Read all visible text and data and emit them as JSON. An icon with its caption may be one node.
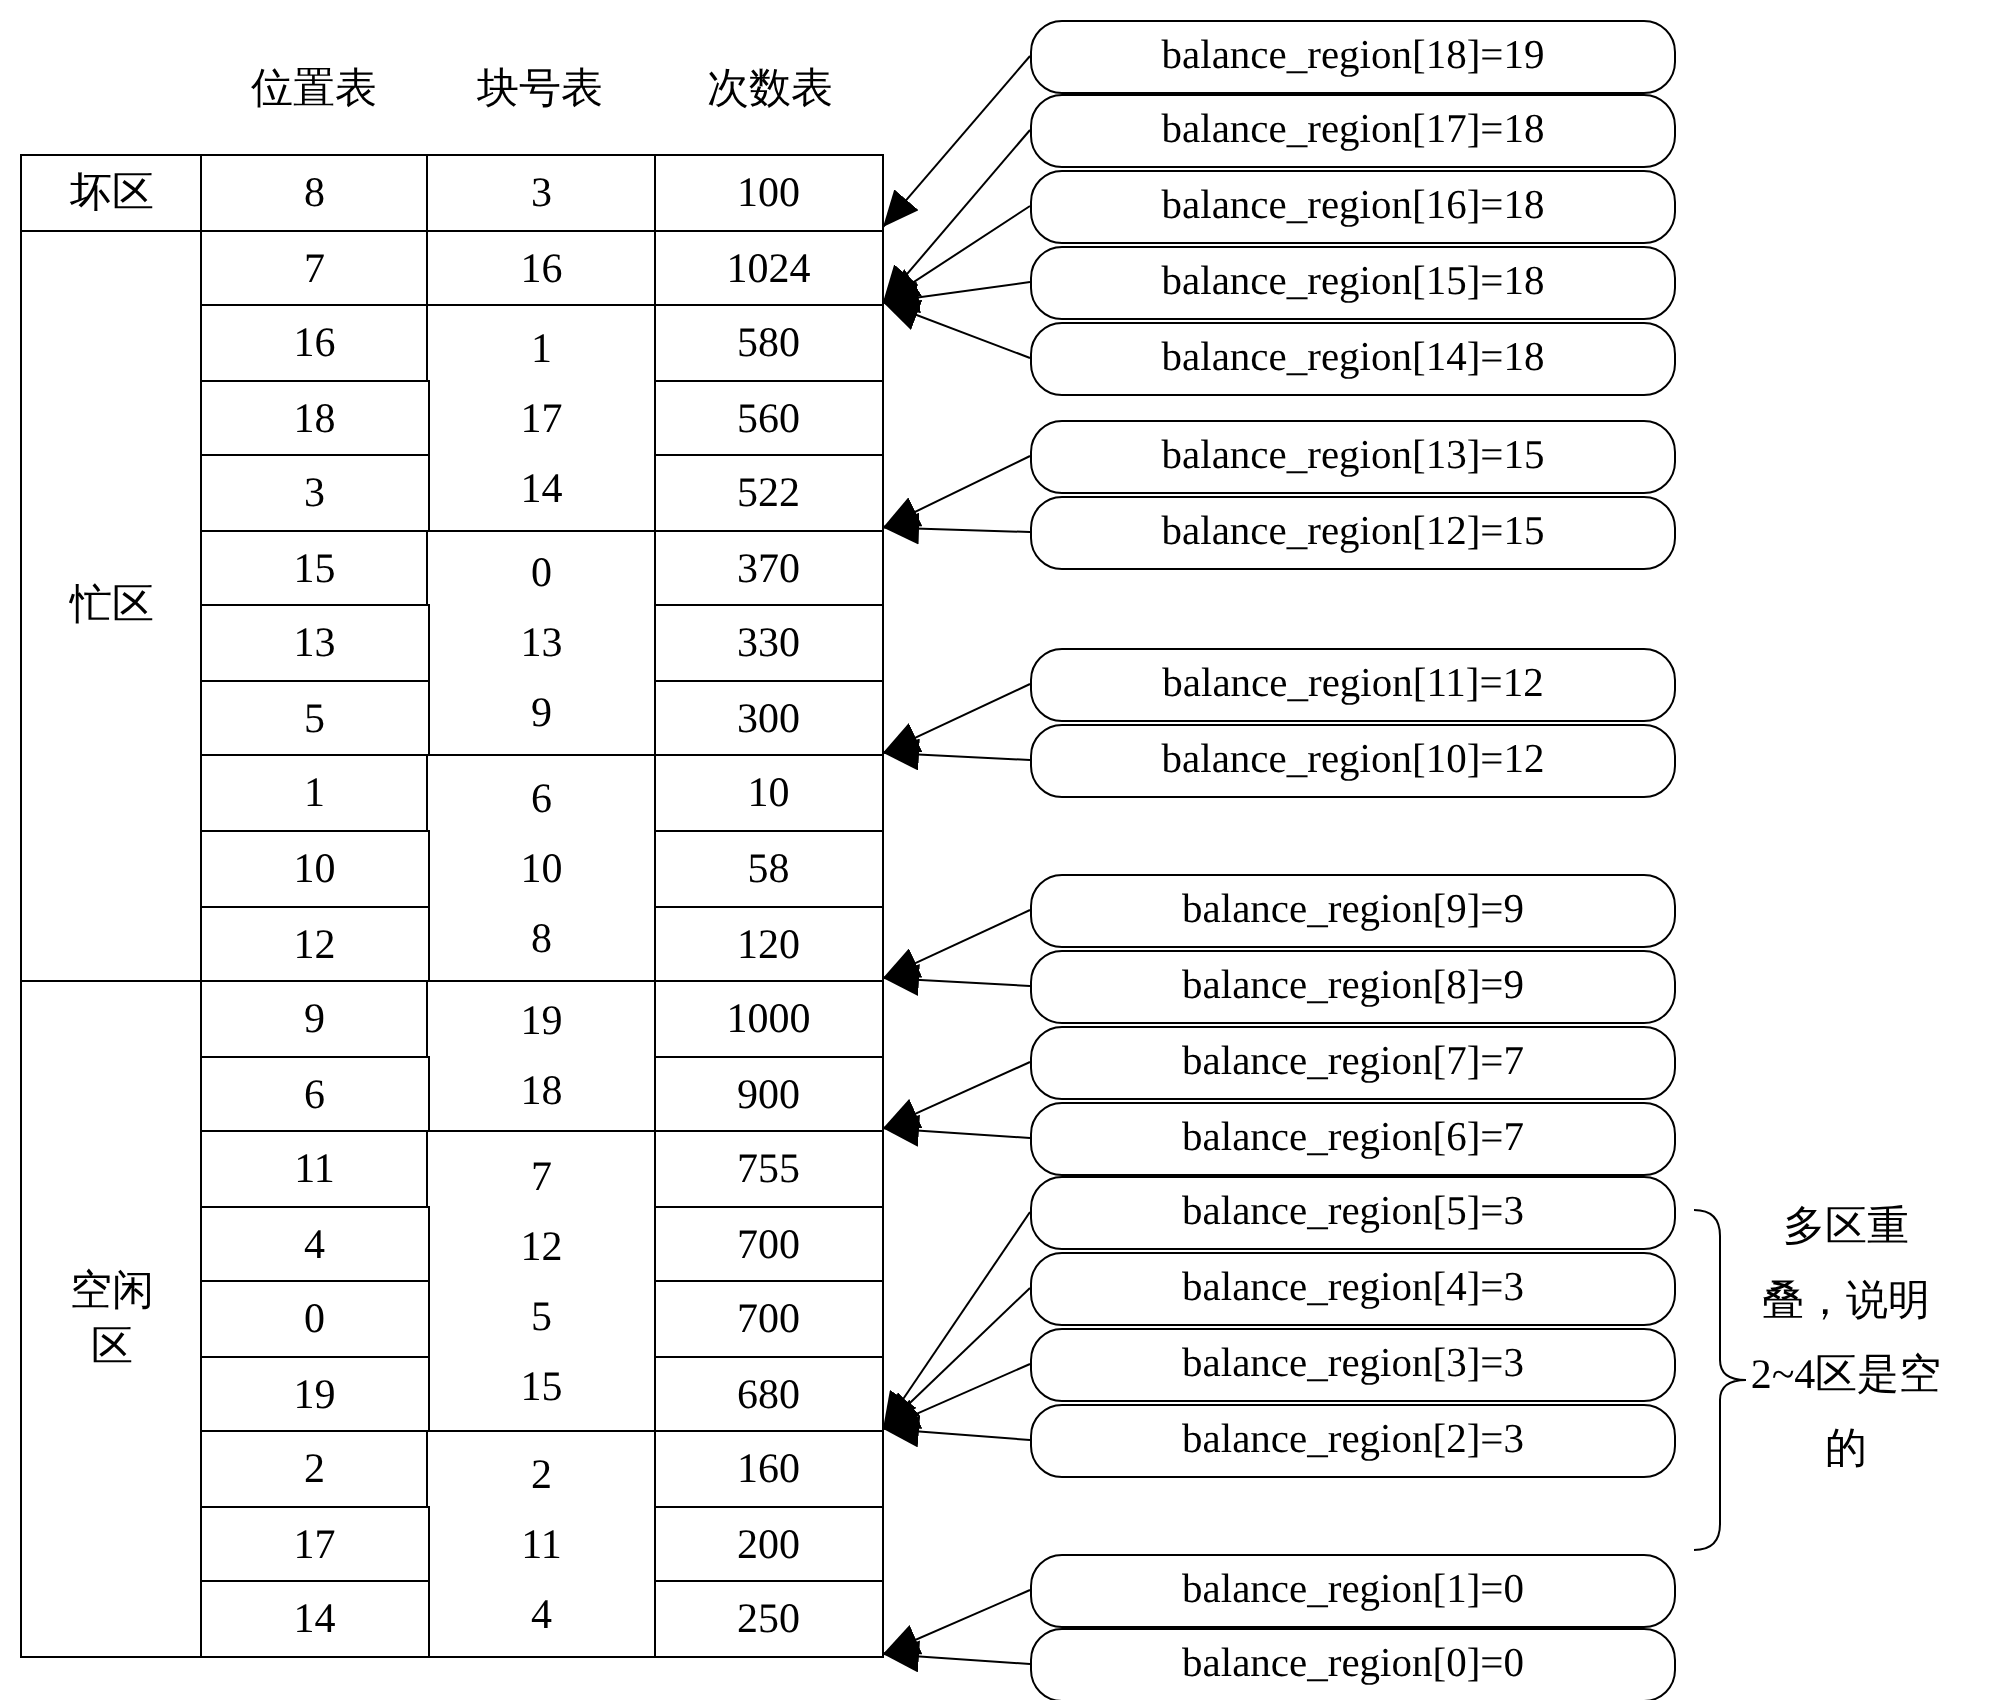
{
  "diagram": {
    "nodes": [
      {
        "text": [
          "坏区"
        ]
      },
      {
        "text": [
          "8"
        ]
      },
      {
        "text": [
          "3"
        ]
      },
      {
        "text": [
          "100"
        ]
      },
      {
        "text": [
          "忙区"
        ]
      },
      {
        "text": [
          "7"
        ]
      },
      {
        "text": [
          "16"
        ]
      },
      {
        "text": [
          "1024"
        ]
      },
      {
        "text": [
          "16"
        ]
      },
      {
        "text": [
          "1 17 14"
        ]
      },
      {
        "text": [
          "580"
        ]
      },
      {
        "text": [
          "18"
        ]
      },
      {
        "text": [
          "560"
        ]
      },
      {
        "text": [
          "3"
        ]
      },
      {
        "text": [
          "522"
        ]
      },
      {
        "text": [
          "15"
        ]
      },
      {
        "text": [
          "0 13 9"
        ]
      },
      {
        "text": [
          "370"
        ]
      },
      {
        "text": [
          "13"
        ]
      },
      {
        "text": [
          "330"
        ]
      },
      {
        "text": [
          "5"
        ]
      },
      {
        "text": [
          "300"
        ]
      },
      {
        "text": [
          "1"
        ]
      },
      {
        "text": [
          "6 10 8"
        ]
      },
      {
        "text": [
          "10"
        ]
      },
      {
        "text": [
          "10"
        ]
      },
      {
        "text": [
          "58"
        ]
      },
      {
        "text": [
          "12"
        ]
      },
      {
        "text": [
          "120"
        ]
      },
      {
        "text": [
          "空闲区"
        ]
      },
      {
        "text": [
          "9"
        ]
      },
      {
        "text": [
          "19 18"
        ]
      },
      {
        "text": [
          "1000"
        ]
      },
      {
        "text": [
          "6"
        ]
      },
      {
        "text": [
          "900"
        ]
      },
      {
        "text": [
          "11"
        ]
      },
      {
        "text": [
          "7 12 5 15"
        ]
      },
      {
        "text": [
          "755"
        ]
      },
      {
        "text": [
          "4"
        ]
      },
      {
        "text": [
          "700"
        ]
      },
      {
        "text": [
          "0"
        ]
      },
      {
        "text": [
          "700"
        ]
      },
      {
        "text": [
          "19"
        ]
      },
      {
        "text": [
          "680"
        ]
      },
      {
        "text": [
          "2"
        ]
      },
      {
        "text": [
          "2 11 4"
        ]
      },
      {
        "text": [
          "160"
        ]
      },
      {
        "text": [
          "17"
        ]
      },
      {
        "text": [
          "200"
        ]
      },
      {
        "text": [
          "14"
        ]
      },
      {
        "text": [
          "250"
        ]
      },
      {
        "text": [
          "balance_region[18]=19"
        ]
      },
      {
        "text": [
          "balance_region[17]=18"
        ]
      },
      {
        "text": [
          "balance_region[16]=18"
        ]
      },
      {
        "text": [
          "balance_region[15]=18"
        ]
      },
      {
        "text": [
          "balance_region[14]=18"
        ]
      },
      {
        "text": [
          "balance_region[13]=15"
        ]
      },
      {
        "text": [
          "balance_region[12]=15"
        ]
      },
      {
        "text": [
          "balance_region[11]=12"
        ]
      },
      {
        "text": [
          "balance_region[10]=12"
        ]
      },
      {
        "text": [
          "balance_region[9]=9"
        ]
      },
      {
        "text": [
          "balance_region[8]=9"
        ]
      },
      {
        "text": [
          "balance_region[7]=7"
        ]
      },
      {
        "text": [
          "balance_region[6]=7"
        ]
      },
      {
        "text": [
          "balance_region[5]=3"
        ]
      },
      {
        "text": [
          "balance_region[4]=3"
        ]
      },
      {
        "text": [
          "balance_region[3]=3"
        ]
      },
      {
        "text": [
          "balance_region[2]=3"
        ]
      },
      {
        "text": [
          "balance_region[1]=0"
        ]
      },
      {
        "text": [
          "balance_region[0]=0"
        ]
      }
    ],
    "edges": [
      {
        "from": 51,
        "to": 3,
        "arrow": "to"
      },
      {
        "from": 52,
        "to": 7,
        "arrow": "to"
      },
      {
        "from": 53,
        "to": 7,
        "arrow": "to"
      },
      {
        "from": 54,
        "to": 7,
        "arrow": "to"
      },
      {
        "from": 55,
        "to": 7,
        "arrow": "to"
      },
      {
        "from": 56,
        "to": 14,
        "arrow": "to"
      },
      {
        "from": 57,
        "to": 14,
        "arrow": "to"
      },
      {
        "from": 58,
        "to": 21,
        "arrow": "to"
      },
      {
        "from": 59,
        "to": 21,
        "arrow": "to"
      },
      {
        "from": 60,
        "to": 28,
        "arrow": "to"
      },
      {
        "from": 61,
        "to": 28,
        "arrow": "to"
      },
      {
        "from": 62,
        "to": 34,
        "arrow": "to"
      },
      {
        "from": 63,
        "to": 34,
        "arrow": "to"
      },
      {
        "from": 64,
        "to": 43,
        "arrow": "to"
      },
      {
        "from": 65,
        "to": 43,
        "arrow": "to"
      },
      {
        "from": 66,
        "to": 43,
        "arrow": "to"
      },
      {
        "from": 67,
        "to": 43,
        "arrow": "to"
      },
      {
        "from": 68,
        "to": 50,
        "arrow": "to"
      },
      {
        "from": 69,
        "to": 50,
        "arrow": "to"
      }
    ],
    "labels": [
      "位置表",
      "块号表",
      "次数表",
      "多区重叠，说明2~4区是空的"
    ]
  }
}
